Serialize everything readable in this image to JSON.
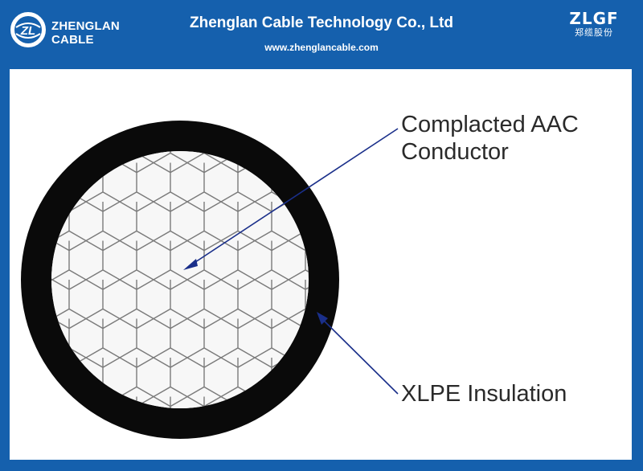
{
  "header": {
    "logo_left_line1": "ZHENGLAN",
    "logo_left_line2": "CABLE",
    "logo_mark_letter": "ZL",
    "title": "Zhenglan Cable Technology Co., Ltd",
    "url": "www.zhenglancable.com",
    "logo_right": "ZLGF",
    "logo_right_cn": "郑缆股份"
  },
  "diagram": {
    "conductor_label_line1": "Complacted AAC",
    "conductor_label_line2": "Conductor",
    "insulation_label": "XLPE Insulation"
  },
  "colors": {
    "brand_blue": "#1560ad",
    "arrow_blue": "#1a2f8a",
    "insulation": "#0a0a0a"
  }
}
